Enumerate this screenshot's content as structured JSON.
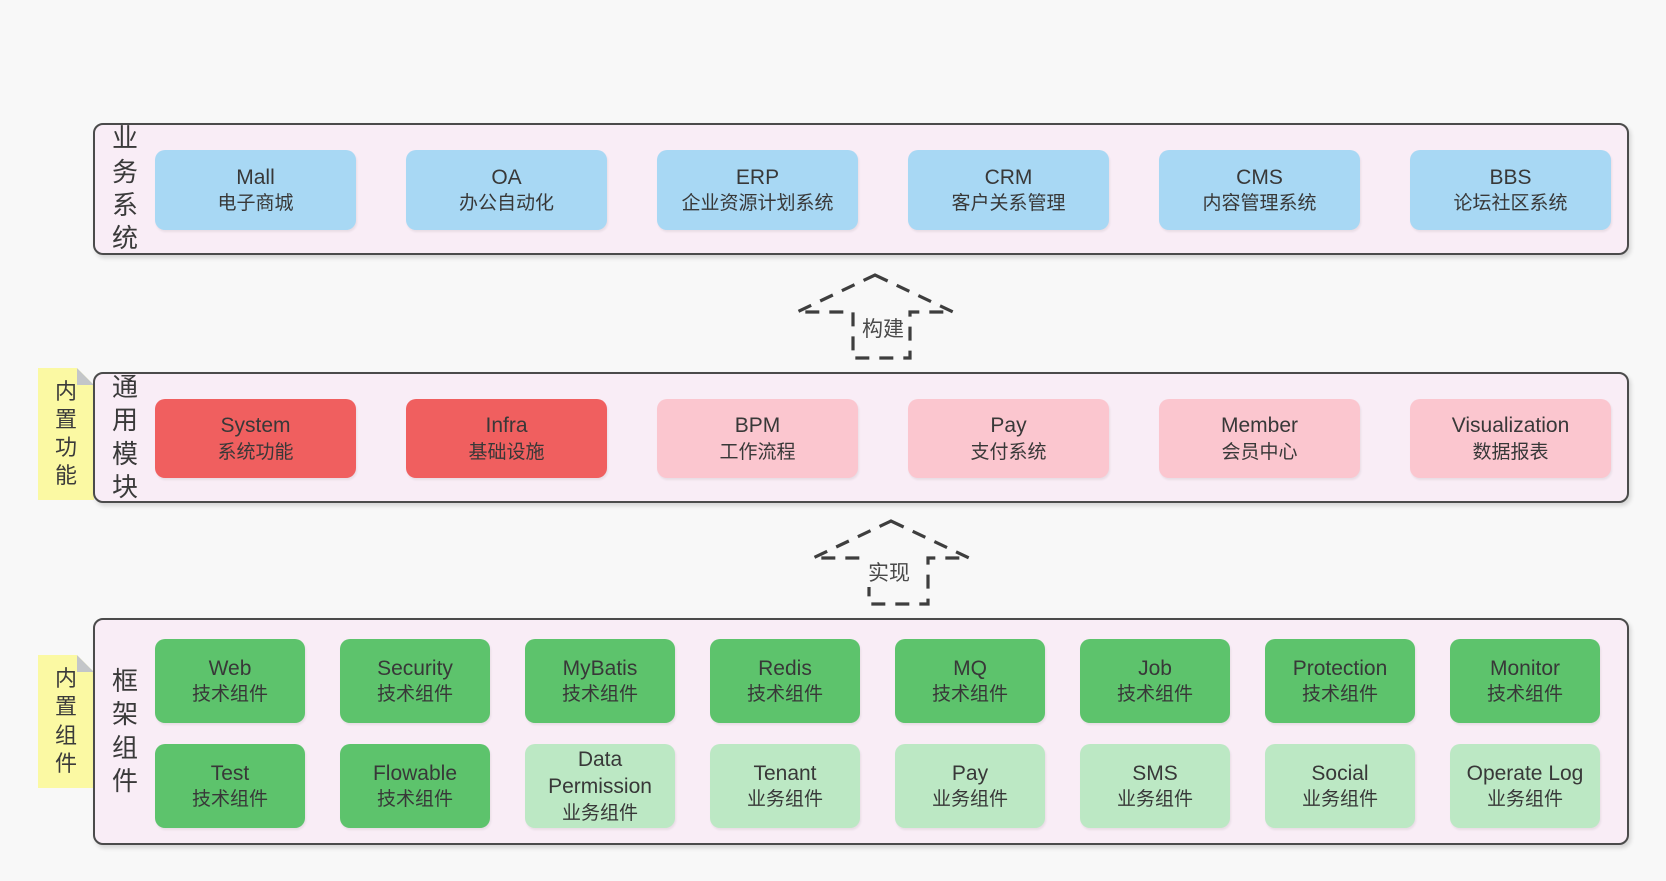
{
  "palette": {
    "page_bg": "#f8f8f8",
    "layer_bg": "#f9edf6",
    "layer_border": "#4b4b4b",
    "business_box_blue": "#a8d8f4",
    "core_module_red": "#f05f5f",
    "module_pink": "#fbc6cf",
    "tech_component_green": "#5dc36c",
    "biz_component_light_green": "#bce8c4",
    "note_yellow": "#fbf9a3",
    "note_fold_gray": "#c3c6c9",
    "arrow_dash": "#3e3e3e",
    "text": "#3a3a3a"
  },
  "arrows": {
    "build": "构建",
    "implement": "实现"
  },
  "layers": {
    "business": {
      "label": "业务系统",
      "boxes": [
        {
          "en": "Mall",
          "zh": "电子商城"
        },
        {
          "en": "OA",
          "zh": "办公自动化"
        },
        {
          "en": "ERP",
          "zh": "企业资源计划系统"
        },
        {
          "en": "CRM",
          "zh": "客户关系管理"
        },
        {
          "en": "CMS",
          "zh": "内容管理系统"
        },
        {
          "en": "BBS",
          "zh": "论坛社区系统"
        }
      ]
    },
    "modules": {
      "label": "通用模块",
      "note": "内置功能",
      "boxes": [
        {
          "en": "System",
          "zh": "系统功能"
        },
        {
          "en": "Infra",
          "zh": "基础设施"
        },
        {
          "en": "BPM",
          "zh": "工作流程"
        },
        {
          "en": "Pay",
          "zh": "支付系统"
        },
        {
          "en": "Member",
          "zh": "会员中心"
        },
        {
          "en": "Visualization",
          "zh": "数据报表"
        }
      ]
    },
    "components": {
      "label": "框架组件",
      "note": "内置组件",
      "rows": [
        [
          {
            "en": "Web",
            "zh": "技术组件"
          },
          {
            "en": "Security",
            "zh": "技术组件"
          },
          {
            "en": "MyBatis",
            "zh": "技术组件"
          },
          {
            "en": "Redis",
            "zh": "技术组件"
          },
          {
            "en": "MQ",
            "zh": "技术组件"
          },
          {
            "en": "Job",
            "zh": "技术组件"
          },
          {
            "en": "Protection",
            "zh": "技术组件"
          },
          {
            "en": "Monitor",
            "zh": "技术组件"
          }
        ],
        [
          {
            "en": "Test",
            "zh": "技术组件"
          },
          {
            "en": "Flowable",
            "zh": "技术组件"
          },
          {
            "en": "Data Permission",
            "zh": "业务组件"
          },
          {
            "en": "Tenant",
            "zh": "业务组件"
          },
          {
            "en": "Pay",
            "zh": "业务组件"
          },
          {
            "en": "SMS",
            "zh": "业务组件"
          },
          {
            "en": "Social",
            "zh": "业务组件"
          },
          {
            "en": "Operate Log",
            "zh": "业务组件"
          }
        ]
      ]
    }
  }
}
